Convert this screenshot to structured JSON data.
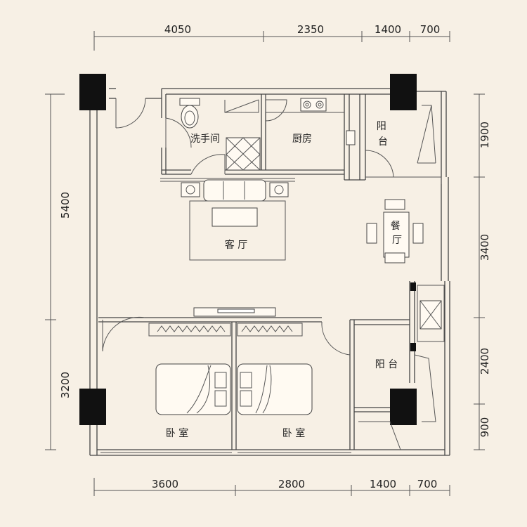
{
  "dimensions": {
    "top": [
      "4050",
      "2350",
      "1400",
      "700"
    ],
    "bottom": [
      "3600",
      "2800",
      "1400",
      "700"
    ],
    "left": [
      "5400",
      "3200"
    ],
    "right": [
      "1900",
      "3400",
      "2400",
      "900"
    ]
  },
  "rooms": {
    "bathroom": "洗手间",
    "kitchen": "厨房",
    "balcony_top": "阳台",
    "living_room": "客 厅",
    "dining_room": "餐厅",
    "balcony_bottom": "阳 台",
    "bedroom_left": "卧 室",
    "bedroom_right": "卧 室"
  },
  "colors": {
    "background": "#f7f0e5",
    "wall": "#444444",
    "column": "#111111"
  }
}
